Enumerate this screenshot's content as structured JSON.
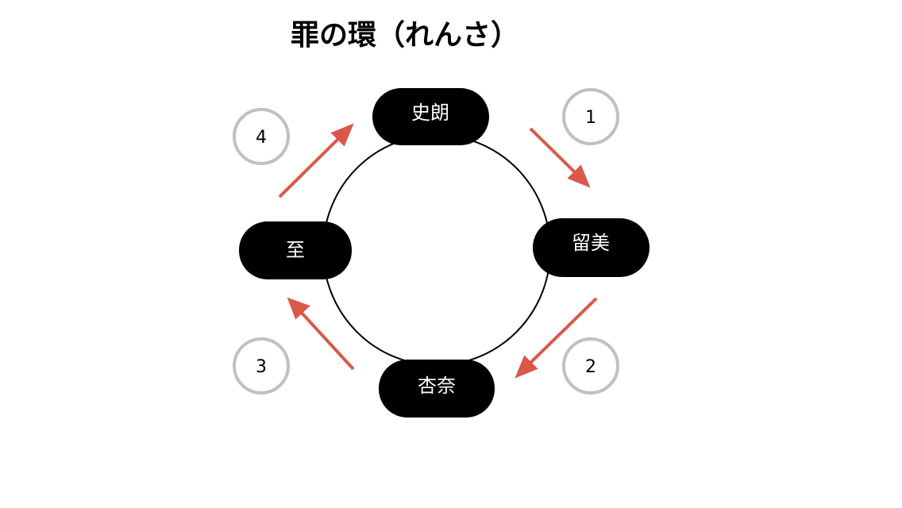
{
  "title": "罪の環（れんさ）",
  "nodes": [
    {
      "id": "shiro",
      "label": "史朗"
    },
    {
      "id": "rumi",
      "label": "留美"
    },
    {
      "id": "anna",
      "label": "杏奈"
    },
    {
      "id": "itaru",
      "label": "至"
    }
  ],
  "steps": [
    {
      "number": "1",
      "from": "史朗",
      "to": "留美"
    },
    {
      "number": "2",
      "from": "留美",
      "to": "杏奈"
    },
    {
      "number": "3",
      "from": "杏奈",
      "to": "至"
    },
    {
      "number": "4",
      "from": "至",
      "to": "史朗"
    }
  ],
  "colors": {
    "node": "#000000",
    "arrow": "#d9584a",
    "step_ring": "#c0c0c0",
    "cycle": "#000000"
  }
}
